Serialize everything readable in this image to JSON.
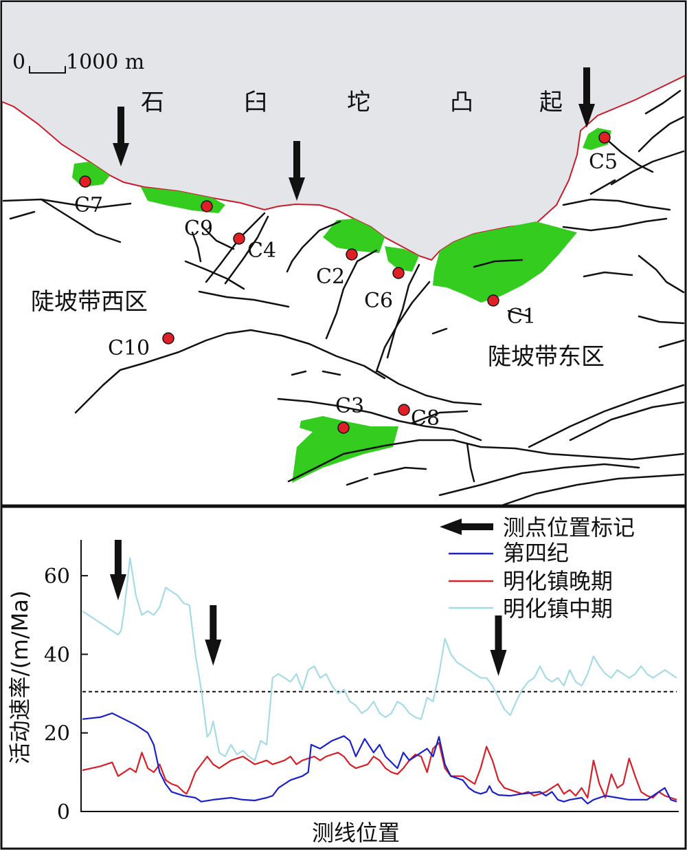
{
  "map": {
    "scale_zero": "0",
    "scale_label": "1000 m",
    "uplift_chars": [
      "石",
      "臼",
      "坨",
      "凸",
      "起"
    ],
    "west_zone": "陡坡带西区",
    "east_zone": "陡坡带东区",
    "colors": {
      "uplift": "#e3e5e8",
      "sand": "#33cc1f",
      "point": "#e01f26",
      "fault": "#111111",
      "edge": "#cc1a2a"
    },
    "points": [
      {
        "label": "C1"
      },
      {
        "label": "C2"
      },
      {
        "label": "C3"
      },
      {
        "label": "C4"
      },
      {
        "label": "C5"
      },
      {
        "label": "C6"
      },
      {
        "label": "C7"
      },
      {
        "label": "C8"
      },
      {
        "label": "C9"
      },
      {
        "label": "C10"
      }
    ]
  },
  "chart_data": {
    "type": "line",
    "ylabel": "活动速率/(m/Ma)",
    "xlabel": "测线位置",
    "ylim": [
      0,
      70
    ],
    "yticks": [
      0,
      20,
      40,
      60
    ],
    "threshold": 30.5,
    "marker_legend": "测点位置标记",
    "markers_x": [
      0.06,
      0.22,
      0.7
    ],
    "series": [
      {
        "name": "第四纪",
        "color": "#1b21c8",
        "points": [
          [
            0.0,
            23.5
          ],
          [
            0.03,
            24
          ],
          [
            0.05,
            25
          ],
          [
            0.07,
            23.5
          ],
          [
            0.09,
            22
          ],
          [
            0.11,
            20
          ],
          [
            0.12,
            17
          ],
          [
            0.13,
            10
          ],
          [
            0.14,
            7
          ],
          [
            0.15,
            5
          ],
          [
            0.17,
            4
          ],
          [
            0.19,
            3.5
          ],
          [
            0.2,
            2.5
          ],
          [
            0.22,
            3
          ],
          [
            0.25,
            3.5
          ],
          [
            0.27,
            3
          ],
          [
            0.29,
            2.8
          ],
          [
            0.31,
            3.5
          ],
          [
            0.32,
            4
          ],
          [
            0.33,
            6
          ],
          [
            0.35,
            8
          ],
          [
            0.37,
            9
          ],
          [
            0.38,
            10
          ],
          [
            0.385,
            17
          ],
          [
            0.4,
            16
          ],
          [
            0.42,
            18
          ],
          [
            0.44,
            19.2
          ],
          [
            0.45,
            18
          ],
          [
            0.46,
            14
          ],
          [
            0.475,
            18.5
          ],
          [
            0.49,
            15
          ],
          [
            0.5,
            17
          ],
          [
            0.51,
            14
          ],
          [
            0.53,
            11
          ],
          [
            0.54,
            15
          ],
          [
            0.55,
            13
          ],
          [
            0.57,
            15
          ],
          [
            0.58,
            16
          ],
          [
            0.59,
            14
          ],
          [
            0.6,
            19
          ],
          [
            0.61,
            12
          ],
          [
            0.62,
            9
          ],
          [
            0.64,
            8
          ],
          [
            0.65,
            6
          ],
          [
            0.66,
            5
          ],
          [
            0.67,
            4.5
          ],
          [
            0.68,
            5
          ],
          [
            0.685,
            6.5
          ],
          [
            0.69,
            5
          ],
          [
            0.7,
            4.2
          ],
          [
            0.72,
            4
          ],
          [
            0.74,
            4.5
          ],
          [
            0.77,
            5
          ],
          [
            0.78,
            4
          ],
          [
            0.79,
            5
          ],
          [
            0.8,
            3
          ],
          [
            0.81,
            2.5
          ],
          [
            0.82,
            3
          ],
          [
            0.84,
            3.5
          ],
          [
            0.85,
            2
          ],
          [
            0.86,
            3
          ],
          [
            0.88,
            4
          ],
          [
            0.9,
            3.5
          ],
          [
            0.92,
            3
          ],
          [
            0.95,
            3
          ],
          [
            0.97,
            5
          ],
          [
            0.98,
            6
          ],
          [
            0.99,
            3
          ],
          [
            1.0,
            2.5
          ]
        ]
      },
      {
        "name": "明化镇晚期",
        "color": "#d81e26",
        "points": [
          [
            0.0,
            10.5
          ],
          [
            0.03,
            11.5
          ],
          [
            0.05,
            12.5
          ],
          [
            0.06,
            9
          ],
          [
            0.07,
            10
          ],
          [
            0.08,
            11
          ],
          [
            0.09,
            10
          ],
          [
            0.1,
            15
          ],
          [
            0.11,
            11
          ],
          [
            0.12,
            10
          ],
          [
            0.13,
            12
          ],
          [
            0.14,
            8
          ],
          [
            0.15,
            7
          ],
          [
            0.16,
            6.5
          ],
          [
            0.17,
            5
          ],
          [
            0.175,
            4.5
          ],
          [
            0.18,
            6
          ],
          [
            0.19,
            10
          ],
          [
            0.2,
            12
          ],
          [
            0.21,
            14
          ],
          [
            0.22,
            12
          ],
          [
            0.23,
            11
          ],
          [
            0.25,
            13
          ],
          [
            0.27,
            14
          ],
          [
            0.28,
            13
          ],
          [
            0.29,
            12
          ],
          [
            0.31,
            13
          ],
          [
            0.32,
            12
          ],
          [
            0.34,
            13
          ],
          [
            0.35,
            14
          ],
          [
            0.36,
            12
          ],
          [
            0.37,
            13
          ],
          [
            0.39,
            14
          ],
          [
            0.4,
            13
          ],
          [
            0.41,
            14
          ],
          [
            0.43,
            15
          ],
          [
            0.44,
            14
          ],
          [
            0.45,
            12
          ],
          [
            0.46,
            11
          ],
          [
            0.47,
            11.5
          ],
          [
            0.48,
            12
          ],
          [
            0.49,
            14
          ],
          [
            0.5,
            13
          ],
          [
            0.51,
            11
          ],
          [
            0.52,
            10
          ],
          [
            0.53,
            9.5
          ],
          [
            0.54,
            11
          ],
          [
            0.55,
            13
          ],
          [
            0.56,
            14.5
          ],
          [
            0.57,
            14
          ],
          [
            0.58,
            10
          ],
          [
            0.59,
            16
          ],
          [
            0.6,
            17.5
          ],
          [
            0.61,
            11
          ],
          [
            0.62,
            9
          ],
          [
            0.64,
            9
          ],
          [
            0.65,
            8
          ],
          [
            0.66,
            7
          ],
          [
            0.67,
            11
          ],
          [
            0.68,
            16.5
          ],
          [
            0.69,
            13
          ],
          [
            0.7,
            8
          ],
          [
            0.71,
            6
          ],
          [
            0.72,
            5.5
          ],
          [
            0.73,
            5
          ],
          [
            0.74,
            4.5
          ],
          [
            0.75,
            5
          ],
          [
            0.76,
            4
          ],
          [
            0.77,
            4.5
          ],
          [
            0.78,
            5
          ],
          [
            0.79,
            6
          ],
          [
            0.8,
            7
          ],
          [
            0.81,
            4.5
          ],
          [
            0.82,
            5.5
          ],
          [
            0.83,
            4
          ],
          [
            0.84,
            6
          ],
          [
            0.85,
            3.5
          ],
          [
            0.86,
            13
          ],
          [
            0.87,
            7
          ],
          [
            0.88,
            3.5
          ],
          [
            0.89,
            9.5
          ],
          [
            0.9,
            6
          ],
          [
            0.91,
            7
          ],
          [
            0.92,
            13.5
          ],
          [
            0.93,
            9
          ],
          [
            0.94,
            5
          ],
          [
            0.95,
            4
          ],
          [
            0.96,
            3.5
          ],
          [
            0.97,
            5
          ],
          [
            0.98,
            4
          ],
          [
            0.99,
            3.5
          ],
          [
            1.0,
            3
          ]
        ]
      },
      {
        "name": "明化镇中期",
        "color": "#a6dbe6",
        "points": [
          [
            0.0,
            51
          ],
          [
            0.02,
            49
          ],
          [
            0.04,
            47
          ],
          [
            0.06,
            45
          ],
          [
            0.065,
            46
          ],
          [
            0.07,
            51
          ],
          [
            0.08,
            64.5
          ],
          [
            0.09,
            55
          ],
          [
            0.1,
            50
          ],
          [
            0.11,
            51
          ],
          [
            0.12,
            50
          ],
          [
            0.13,
            52
          ],
          [
            0.14,
            57
          ],
          [
            0.15,
            56
          ],
          [
            0.16,
            55
          ],
          [
            0.17,
            53
          ],
          [
            0.18,
            52.5
          ],
          [
            0.19,
            40
          ],
          [
            0.2,
            31
          ],
          [
            0.21,
            19
          ],
          [
            0.215,
            20
          ],
          [
            0.22,
            23
          ],
          [
            0.23,
            15
          ],
          [
            0.24,
            14
          ],
          [
            0.25,
            17
          ],
          [
            0.26,
            14.5
          ],
          [
            0.27,
            15.5
          ],
          [
            0.28,
            14
          ],
          [
            0.29,
            13
          ],
          [
            0.3,
            18
          ],
          [
            0.31,
            17
          ],
          [
            0.32,
            34
          ],
          [
            0.33,
            35
          ],
          [
            0.34,
            34
          ],
          [
            0.35,
            33
          ],
          [
            0.36,
            35
          ],
          [
            0.37,
            31
          ],
          [
            0.38,
            36
          ],
          [
            0.39,
            37
          ],
          [
            0.4,
            34
          ],
          [
            0.41,
            35
          ],
          [
            0.42,
            32
          ],
          [
            0.43,
            30
          ],
          [
            0.44,
            31
          ],
          [
            0.45,
            28
          ],
          [
            0.46,
            27
          ],
          [
            0.47,
            25
          ],
          [
            0.48,
            26
          ],
          [
            0.49,
            28
          ],
          [
            0.5,
            25
          ],
          [
            0.51,
            24
          ],
          [
            0.52,
            25
          ],
          [
            0.53,
            28
          ],
          [
            0.54,
            27
          ],
          [
            0.55,
            25
          ],
          [
            0.56,
            24
          ],
          [
            0.57,
            23.5
          ],
          [
            0.58,
            29
          ],
          [
            0.59,
            28
          ],
          [
            0.6,
            35
          ],
          [
            0.61,
            44
          ],
          [
            0.62,
            40
          ],
          [
            0.63,
            38
          ],
          [
            0.64,
            37
          ],
          [
            0.65,
            36
          ],
          [
            0.66,
            35
          ],
          [
            0.67,
            34
          ],
          [
            0.68,
            34
          ],
          [
            0.69,
            32
          ],
          [
            0.7,
            29
          ],
          [
            0.71,
            26
          ],
          [
            0.72,
            24.5
          ],
          [
            0.73,
            28
          ],
          [
            0.74,
            31
          ],
          [
            0.75,
            33
          ],
          [
            0.76,
            34
          ],
          [
            0.77,
            37
          ],
          [
            0.78,
            34
          ],
          [
            0.79,
            33
          ],
          [
            0.8,
            34
          ],
          [
            0.81,
            32
          ],
          [
            0.82,
            36
          ],
          [
            0.83,
            33
          ],
          [
            0.84,
            32
          ],
          [
            0.85,
            35
          ],
          [
            0.86,
            39.5
          ],
          [
            0.87,
            37
          ],
          [
            0.88,
            35
          ],
          [
            0.89,
            34
          ],
          [
            0.9,
            36
          ],
          [
            0.91,
            35
          ],
          [
            0.92,
            34
          ],
          [
            0.93,
            35
          ],
          [
            0.94,
            37
          ],
          [
            0.95,
            35
          ],
          [
            0.96,
            34
          ],
          [
            0.97,
            35
          ],
          [
            0.98,
            36
          ],
          [
            0.99,
            35
          ],
          [
            1.0,
            34
          ]
        ]
      }
    ]
  }
}
